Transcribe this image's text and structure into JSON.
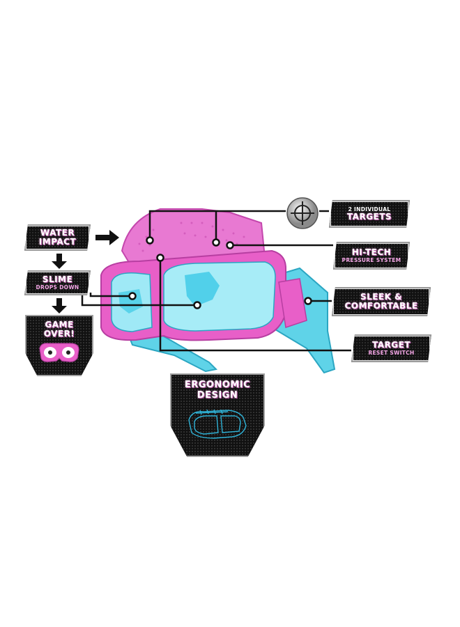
{
  "callouts": {
    "targets": {
      "line1": "2 INDIVIDUAL",
      "line2": "TARGETS"
    },
    "hitech": {
      "line1": "HI-TECH",
      "line2": "PRESSURE SYSTEM"
    },
    "sleek": {
      "line1": "SLEEK &",
      "line2": "COMFORTABLE"
    },
    "reset": {
      "line1": "TARGET",
      "line2": "RESET SWITCH"
    },
    "water": {
      "line1": "WATER",
      "line2": "IMPACT"
    },
    "slime": {
      "line1": "SLIME",
      "line2": "DROPS DOWN"
    },
    "gameover": {
      "line1": "GAME",
      "line2": "OVER!"
    },
    "ergonomic": {
      "line1": "ERGONOMIC",
      "line2": "DESIGN"
    }
  },
  "colors": {
    "pink": "#e85fc8",
    "cyan": "#4dd0e6",
    "label_bg": "#111111",
    "accent_text": "#f4a6e6"
  },
  "icons": [
    "crosshair-icon",
    "arrow-right-icon",
    "arrow-down-icon",
    "goggles-icon",
    "goggles-outline-icon"
  ]
}
